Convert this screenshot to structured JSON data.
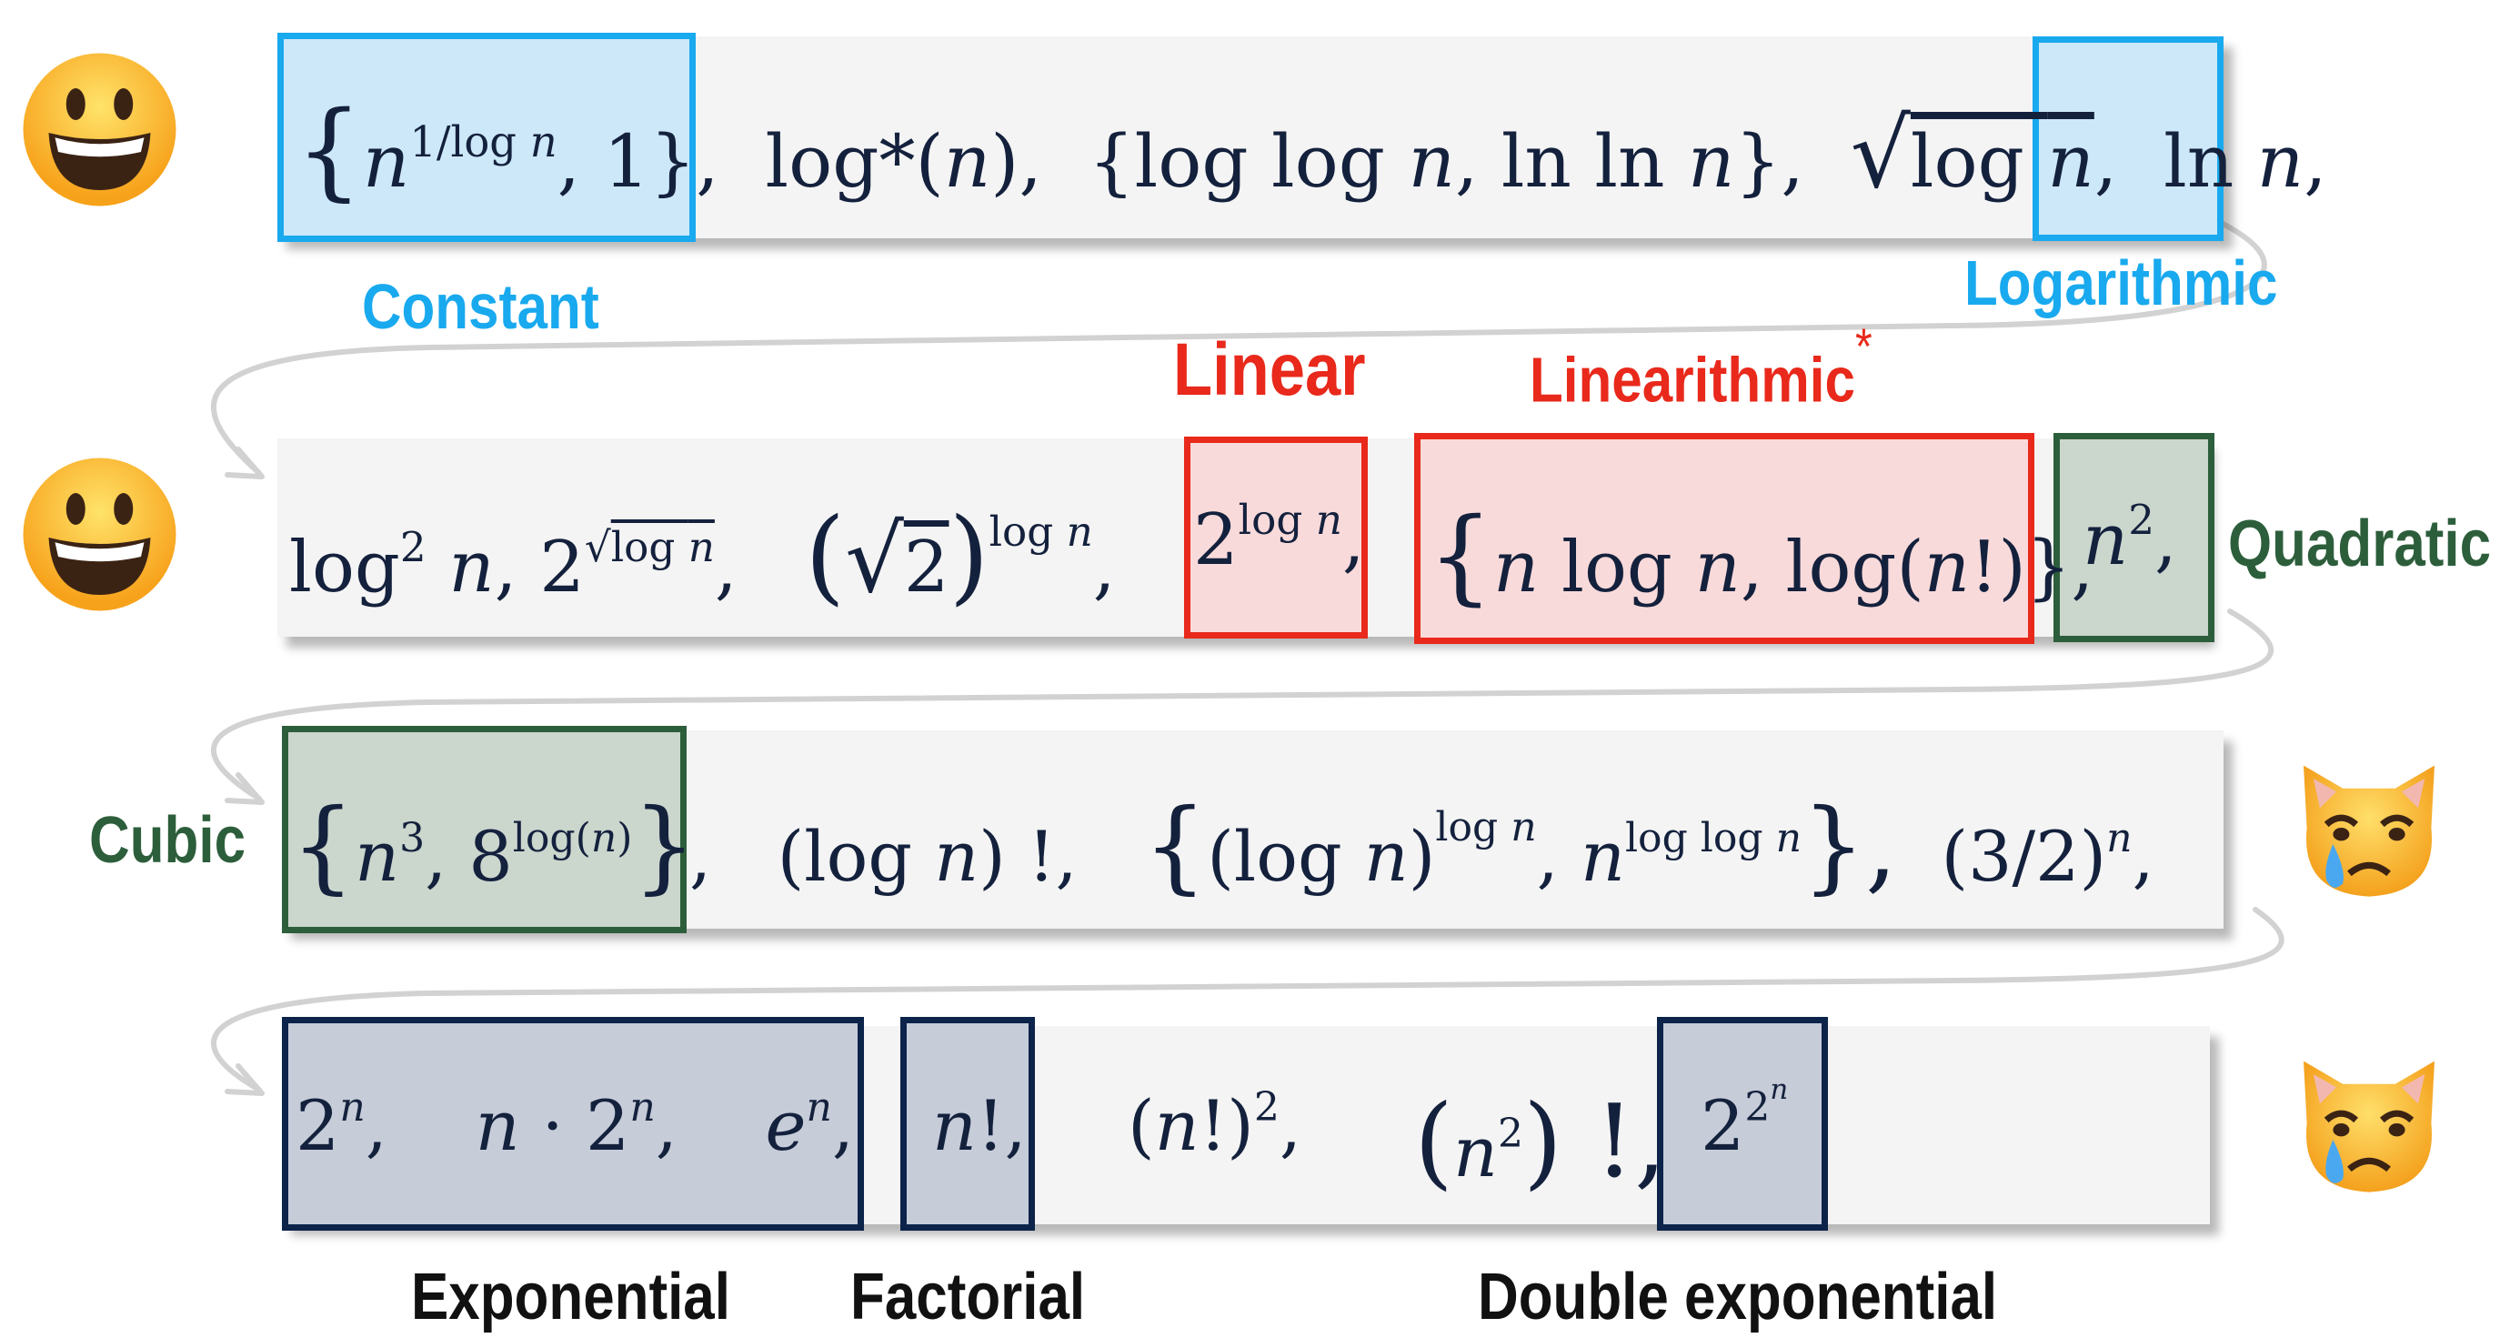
{
  "labels": {
    "constant": "Constant",
    "logarithmic": "Logarithmic",
    "linear": "Linear",
    "linearithmic": "Linearithmic",
    "asterisk": "*",
    "quadratic": "Quadratic",
    "cubic": "Cubic",
    "exponential": "Exponential",
    "factorial": "Factorial",
    "double_exponential": "Double exponential"
  },
  "colors": {
    "blue": "#19a9ee",
    "red": "#e8291b",
    "green": "#2d5e3b",
    "navy": "#0c234a",
    "band": "#f4f4f4",
    "text": "#14213d"
  },
  "icons": {
    "row1": "grinning-face-icon",
    "row2": "grinning-face-icon",
    "row3": "crying-cat-icon",
    "row4": "crying-cat-icon"
  },
  "row1": {
    "t_a1": "{",
    "t_a2": "n",
    "t_a3": "1/log",
    "t_a4": "n",
    "t_a5": ",  1}",
    "t_b": ",",
    "t_c1": "log*(",
    "t_c2": "n",
    "t_c3": "),",
    "t_d1": "{log log ",
    "t_d2": "n",
    "t_d3": ",  ln ln ",
    "t_d4": "n",
    "t_d5": "},",
    "t_e1": "√",
    "t_e2": "log ",
    "t_e3": "n",
    "t_e4": ",",
    "t_f1": "ln ",
    "t_f2": "n",
    "t_f3": ","
  },
  "row2": {
    "t_a1": "log",
    "t_a2": "2",
    "t_a3": " ",
    "t_a4": "n",
    "t_a5": ", 2",
    "t_a6": "√",
    "t_a7": "log ",
    "t_a8": "n",
    "t_a9": ",",
    "t_b1": "(",
    "t_b2": "√",
    "t_b3": "2",
    "t_b4": ")",
    "t_b5": "log ",
    "t_b6": "n",
    "t_b7": ",",
    "t_c1": "2",
    "t_c2": "log ",
    "t_c3": "n",
    "t_c4": ",",
    "t_d1": "{",
    "t_d2": "n",
    "t_d3": " log ",
    "t_d4": "n",
    "t_d5": ",  log(",
    "t_d6": "n",
    "t_d7": "!)}",
    "t_d8": ",",
    "t_e1": "n",
    "t_e2": "2",
    "t_e3": ","
  },
  "row3": {
    "t_a1": "{",
    "t_a2": "n",
    "t_a3": "3",
    "t_a4": ", 8",
    "t_a5": "log(",
    "t_a6": "n",
    "t_a7": ")",
    "t_a8": "}",
    "t_b": ",",
    "t_c1": "(log ",
    "t_c2": "n",
    "t_c3": ") !,",
    "t_d1": "{",
    "t_d2": "(log ",
    "t_d3": "n",
    "t_d4": ")",
    "t_d5": "log ",
    "t_d6": "n",
    "t_d7": ", ",
    "t_d8": "n",
    "t_d9": "log log ",
    "t_d10": "n",
    "t_d11": "},",
    "t_e1": "(3/2)",
    "t_e2": "n",
    "t_e3": ","
  },
  "row4": {
    "t_a1": "2",
    "t_a2": "n",
    "t_a3": ",",
    "t_a4": "n",
    "t_a5": " · 2",
    "t_a6": "n",
    "t_a7": ",",
    "t_a8": "e",
    "t_a9": "n",
    "t_a10": ",",
    "t_b1": "n",
    "t_b2": "!,",
    "t_c1": "(",
    "t_c2": "n",
    "t_c3": "!)",
    "t_c4": "2",
    "t_c5": ",",
    "t_d1": "(",
    "t_d2": "n",
    "t_d3": "2",
    "t_d4": ") !,",
    "t_e1": "2",
    "t_e2": "2",
    "t_e3": "n"
  }
}
